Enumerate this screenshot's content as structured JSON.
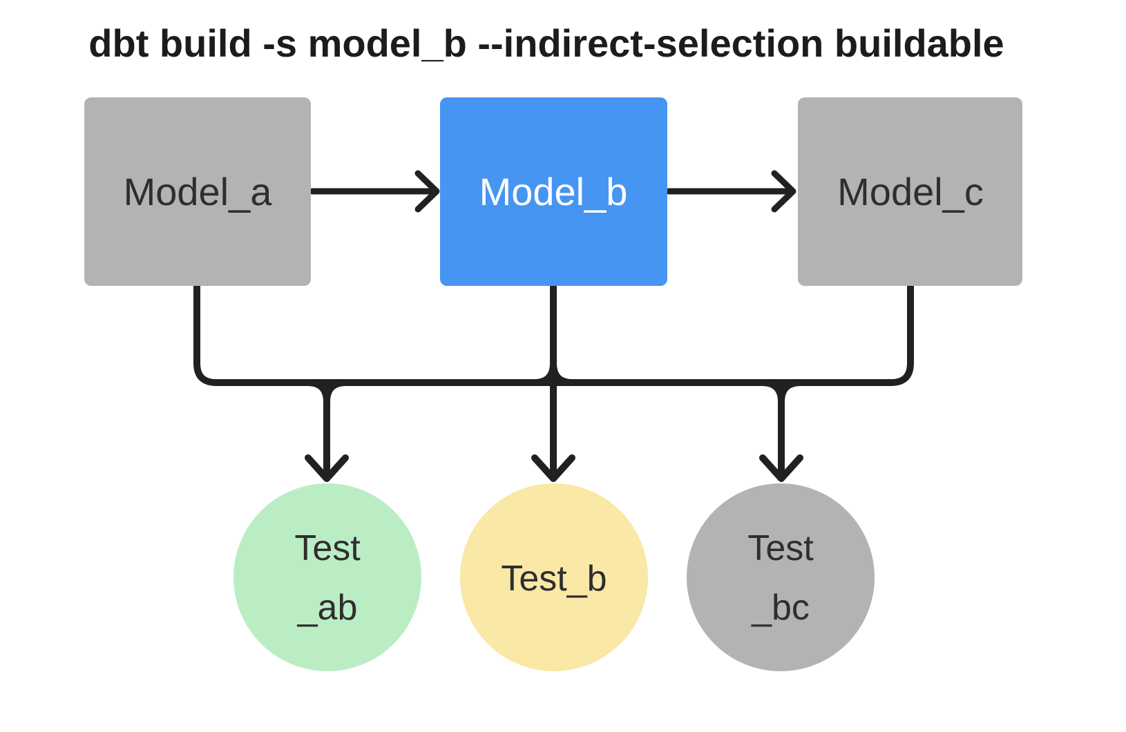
{
  "title": "dbt build -s model_b --indirect-selection buildable",
  "colors": {
    "background": "#ffffff",
    "model_unselected": "#b3b3b3",
    "model_selected": "#4695f2",
    "test_ab_fill": "#bbedc5",
    "test_b_fill": "#f9e8a6",
    "test_bc_fill": "#b3b3b3",
    "connector": "#212121",
    "title_color": "#1c1c1c",
    "label_dark": "#2e2e2e",
    "label_light": "#ffffff"
  },
  "nodes": {
    "model_a": {
      "label": "Model_a"
    },
    "model_b": {
      "label": "Model_b"
    },
    "model_c": {
      "label": "Model_c"
    },
    "test_ab": {
      "line1": "Test",
      "line2": "_ab"
    },
    "test_b": {
      "line1": "Test_b"
    },
    "test_bc": {
      "line1": "Test",
      "line2": "_bc"
    }
  },
  "graph": {
    "edges": [
      {
        "from": "model_a",
        "to": "model_b"
      },
      {
        "from": "model_b",
        "to": "model_c"
      },
      {
        "from": "model_a",
        "to": "test_ab"
      },
      {
        "from": "model_b",
        "to": "test_ab"
      },
      {
        "from": "model_b",
        "to": "test_b"
      },
      {
        "from": "model_b",
        "to": "test_bc"
      },
      {
        "from": "model_c",
        "to": "test_bc"
      }
    ]
  }
}
